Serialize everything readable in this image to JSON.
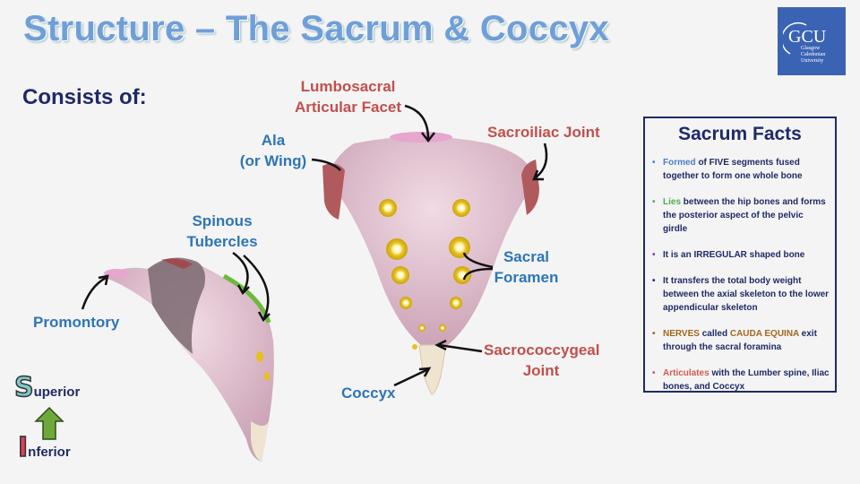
{
  "title": "Structure – The Sacrum & Coccyx",
  "subtitle": "Consists of:",
  "logo": {
    "abbr": "GCU",
    "name": "Glasgow Caledonian University"
  },
  "labels": {
    "lumbosacral": "Lumbosacral",
    "articular_facet": "Articular Facet",
    "sacroiliac": "Sacroiliac Joint",
    "ala": "Ala",
    "or_wing": "(or Wing)",
    "spinous": "Spinous",
    "tubercles": "Tubercles",
    "promontory": "Promontory",
    "sacral": "Sacral",
    "foramen": "Foramen",
    "sacrococcygeal": "Sacrococcygeal",
    "joint": "Joint",
    "coccyx": "Coccyx"
  },
  "orientation": {
    "s_letter": "S",
    "superior_rest": "uperior",
    "i_letter": "I",
    "inferior_rest": "nferior"
  },
  "facts": {
    "title": "Sacrum Facts",
    "items": [
      {
        "highlight": "Formed",
        "rest": " of FIVE segments fused together to form one whole bone"
      },
      {
        "highlight": "Lies",
        "rest": " between the hip bones and forms the posterior aspect of the pelvic girdle"
      },
      {
        "text": "It is an IRREGULAR shaped bone"
      },
      {
        "text": "It transfers the total body weight between the axial skeleton to the lower appendicular skeleton"
      },
      {
        "highlight": "NERVES",
        "mid": " called ",
        "highlight2": "CAUDA EQUINA",
        "rest": " exit through the sacral foramina"
      },
      {
        "highlight": "Articulates",
        "rest": " with the Lumber spine, Iliac bones, and Coccyx"
      }
    ]
  }
}
